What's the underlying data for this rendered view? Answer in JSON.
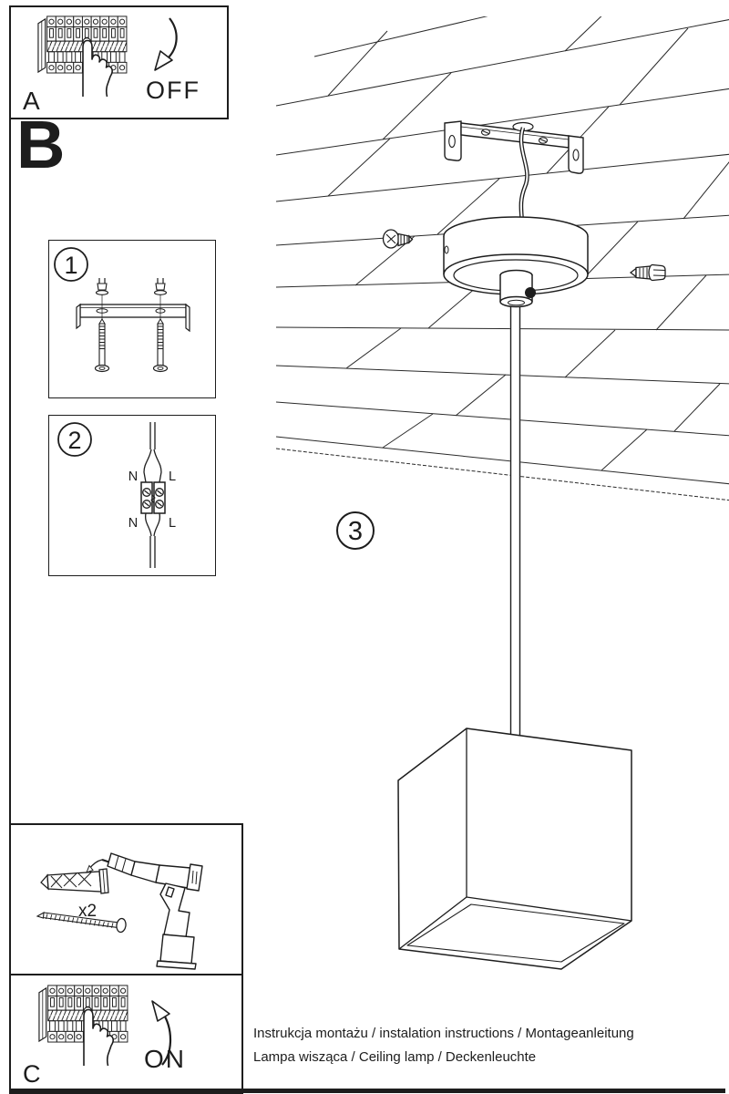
{
  "colors": {
    "ink": "#1d1d1d",
    "paper": "#ffffff"
  },
  "panel_a": {
    "label": "A",
    "switch_state": "OFF"
  },
  "section_b": {
    "label": "B"
  },
  "step_1": {
    "number": "1"
  },
  "step_2": {
    "number": "2",
    "terminals": {
      "in_n": "N",
      "in_l": "L",
      "out_n": "N",
      "out_l": "L"
    }
  },
  "step_3": {
    "number": "3"
  },
  "hardware": {
    "anchor_qty": "x2"
  },
  "panel_c": {
    "label": "C",
    "switch_state": "ON"
  },
  "footer": {
    "line1": "Instrukcja montażu / instalation instructions / Montageanleitung",
    "line2": "Lampa wisząca / Ceiling lamp / Deckenleuchte"
  }
}
